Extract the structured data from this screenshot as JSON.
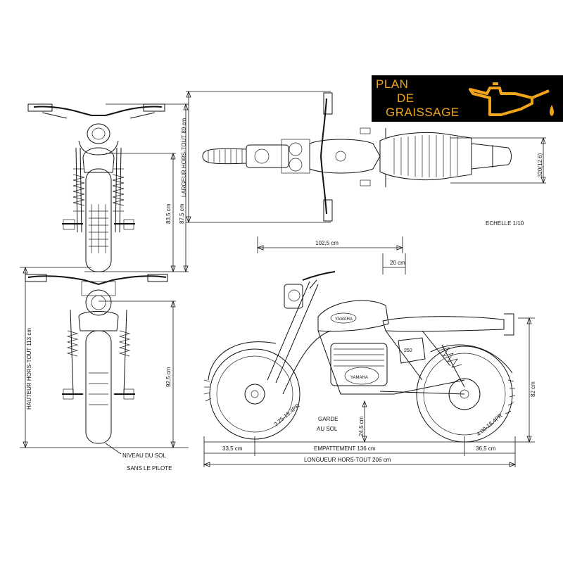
{
  "badge": {
    "line1": "PLAN",
    "line2": "DE",
    "line3": "GRAISSAGE",
    "text_color": "#f2a51c",
    "background": "#000000",
    "icon": "oil-can-icon"
  },
  "labels": {
    "scale": "ECHELLE 1/10",
    "width_overall": "LARGEUR HORS-TOUT 89 cm",
    "front_height_a": "83,5 cm",
    "front_height_b": "87,5 cm",
    "seat_width": "320(12.6)",
    "length_top": "102,5 cm",
    "offset_20": "20 cm",
    "height_overall": "HAUTEUR HORS-TOUT 113 cm",
    "height_92": "92,5 cm",
    "height_82": "82 cm",
    "garde": "GARDE",
    "au_sol": "AU SOL",
    "clearance": "24,5 cm",
    "front_overhang": "33,5 cm",
    "wheelbase": "EMPATTEMENT 136 cm",
    "rear_overhang": "36,5 cm",
    "length_overall": "LONGUEUR HORS-TOUT 206 cm",
    "ground_level": "NIVEAU DU SOL",
    "no_rider": "SANS LE PILOTE",
    "front_tire": "3.25-19.4PR",
    "rear_tire": "4.00-18.4PR",
    "tank_brand": "YAMAHA",
    "engine_brand": "YAMAHA",
    "side_badge": "250"
  }
}
